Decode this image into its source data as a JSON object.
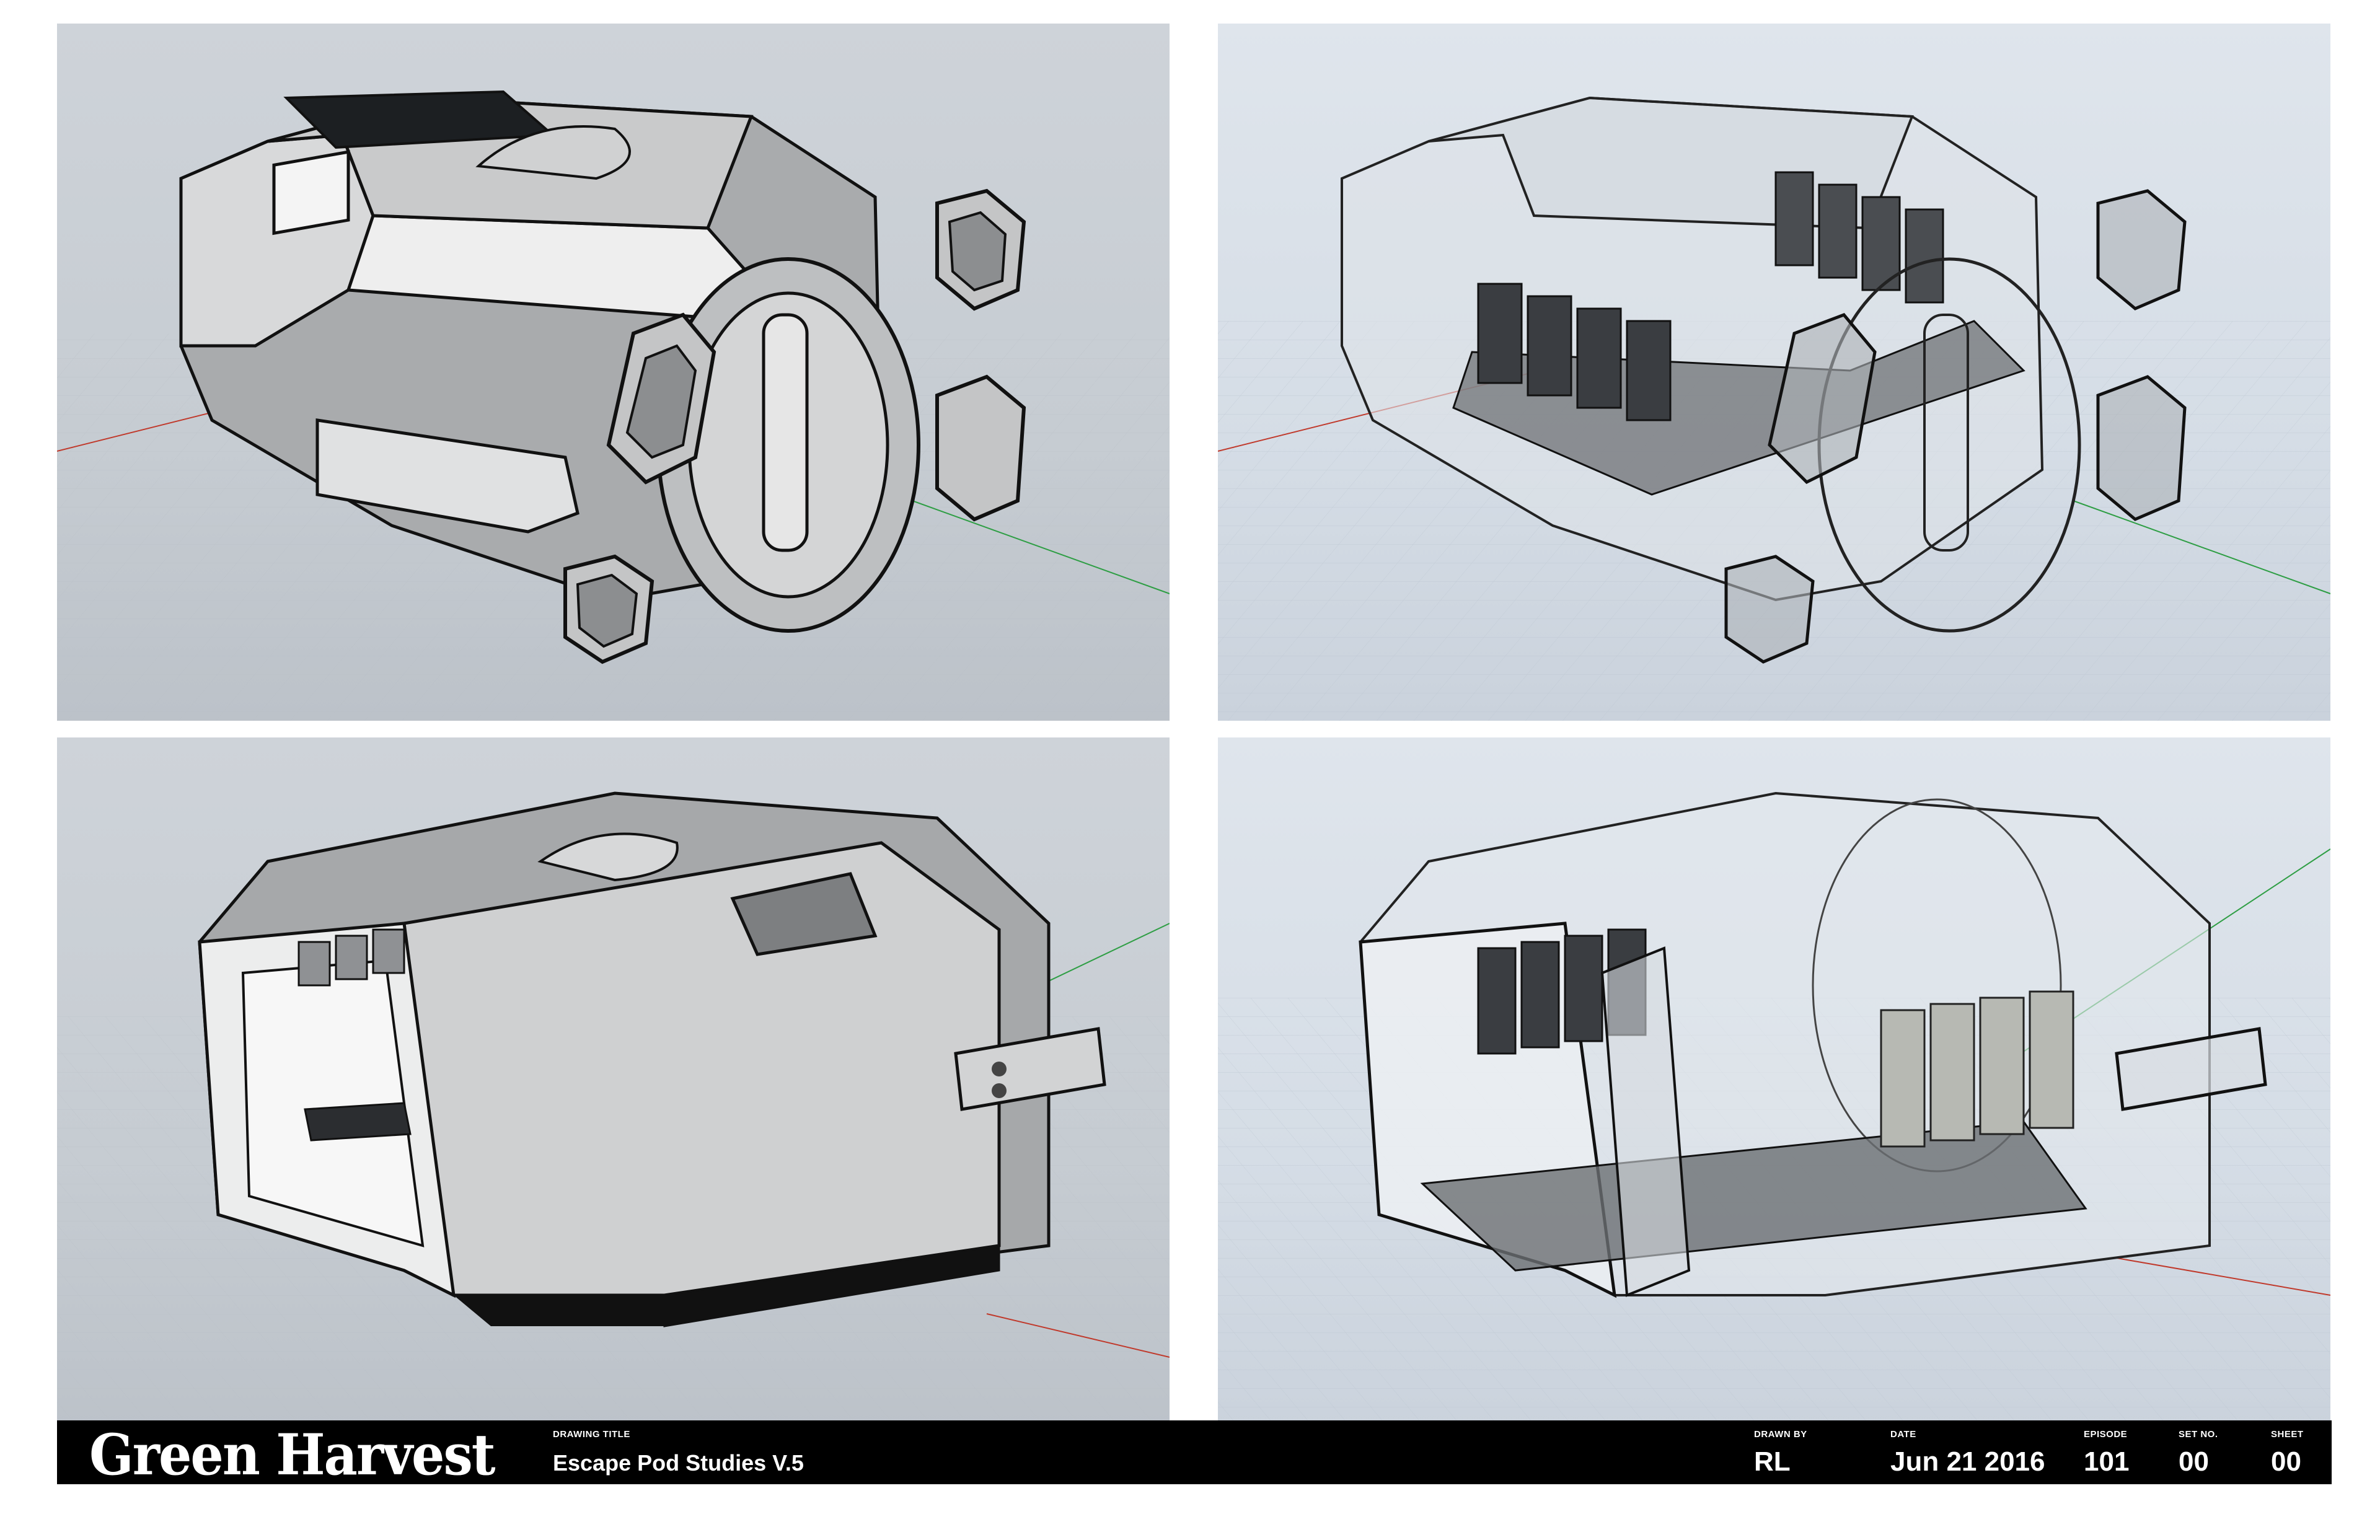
{
  "sheet": {
    "title_block": {
      "project": "Green Harvest",
      "drawing_title_label": "DRAWING TITLE",
      "drawing_title": "Escape Pod Studies V.5",
      "drawn_by_label": "DRAWN BY",
      "drawn_by": "RL",
      "date_label": "DATE",
      "date": "Jun 21 2016",
      "episode_label": "EPISODE",
      "episode": "101",
      "set_no_label": "SET NO.",
      "set_no": "00",
      "sheet_label": "SHEET",
      "sheet": "00"
    },
    "colors": {
      "title_block_bg": "#000000",
      "title_block_text": "#ffffff",
      "x_axis": "#c0392b",
      "y_axis": "#2e9e44"
    }
  }
}
